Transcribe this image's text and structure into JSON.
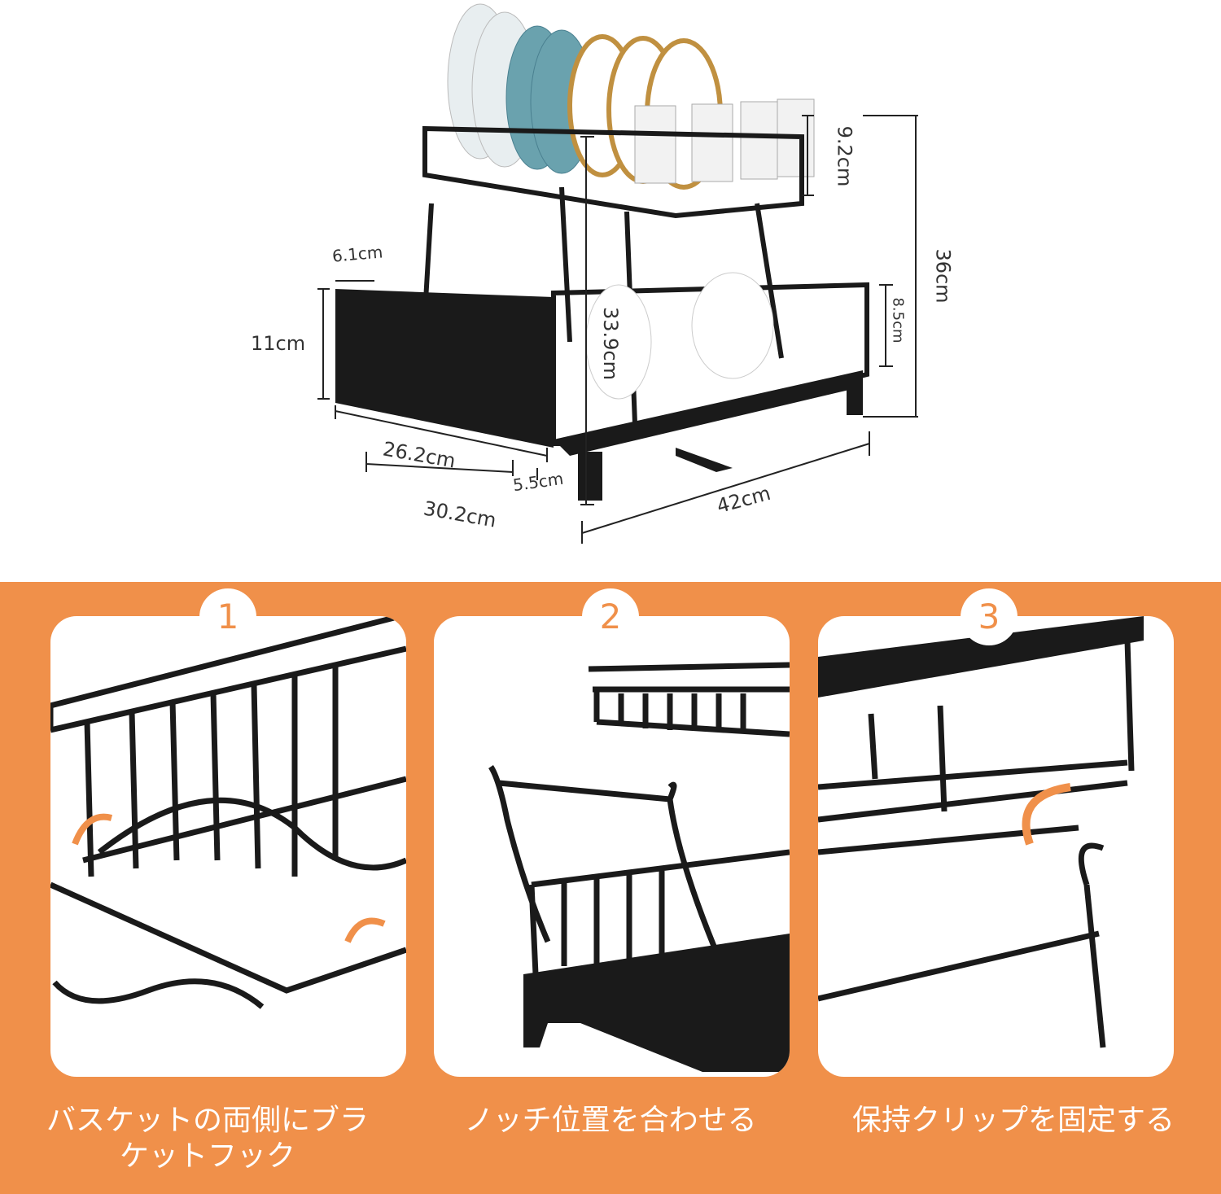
{
  "dimensions": {
    "upper_basket_height": "9.2cm",
    "total_height": "36cm",
    "lower_basket_height": "8.5cm",
    "inner_height": "33.9cm",
    "utensil_holder_width": "6.1cm",
    "utensil_holder_height": "11cm",
    "depth_inner": "26.2cm",
    "offset": "5.5cm",
    "depth": "30.2cm",
    "width": "42cm"
  },
  "steps": [
    {
      "number": "1",
      "caption": "バスケットの両側にブラケットフック"
    },
    {
      "number": "2",
      "caption": "ノッチ位置を合わせる"
    },
    {
      "number": "3",
      "caption": "保持クリップを固定する"
    }
  ],
  "colors": {
    "accent": "#f0904a",
    "rack": "#1a1a1a"
  }
}
